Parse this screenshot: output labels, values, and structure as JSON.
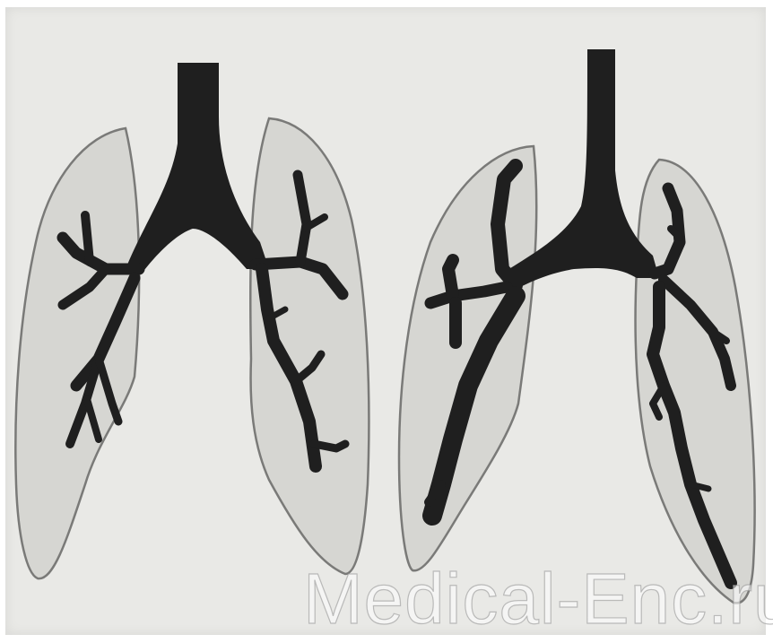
{
  "figure": {
    "panels": [
      {
        "id": "left",
        "name": "bronchial-tree-left-panel"
      },
      {
        "id": "right",
        "name": "bronchial-tree-right-panel"
      }
    ],
    "colors": {
      "background": "#e9e9e6",
      "lung_fill": "#d6d6d2",
      "lung_outline": "#7a7a78",
      "airway": "#1f1f1f"
    }
  },
  "watermark": {
    "text": "Medical-Enc.ru"
  }
}
